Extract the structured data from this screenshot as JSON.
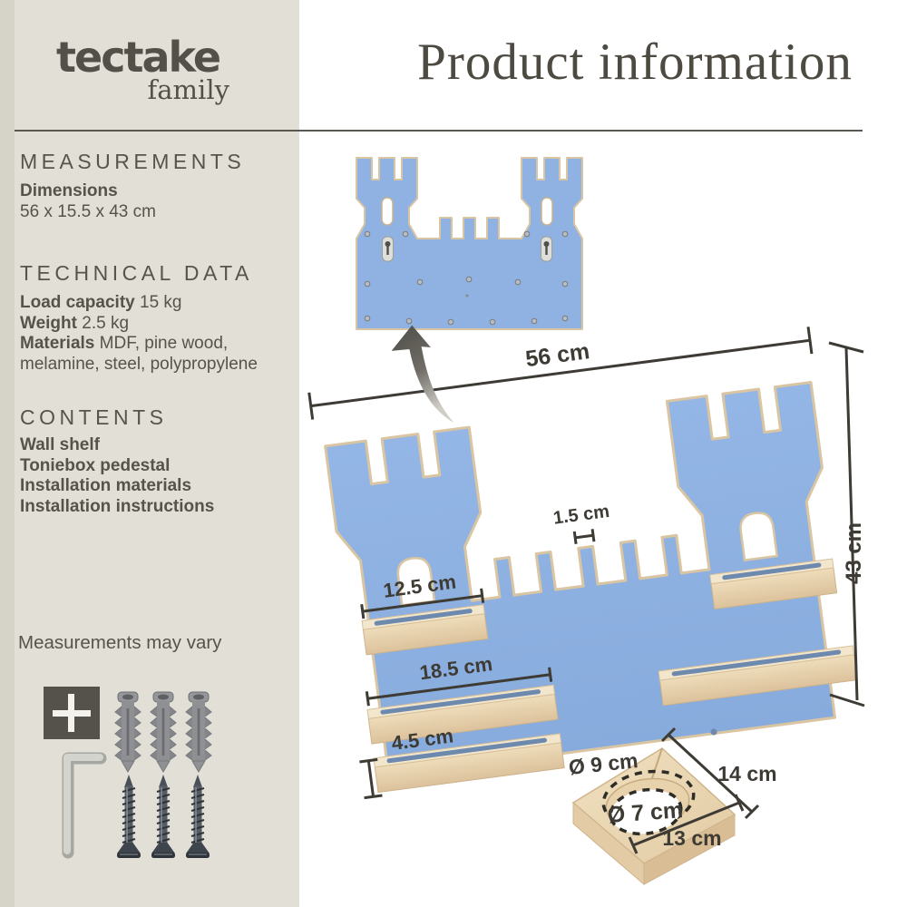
{
  "brand": {
    "name": "tectake",
    "sub": "family"
  },
  "header": {
    "title": "Product information"
  },
  "sidebar": {
    "measurements": {
      "heading": "MEASUREMENTS",
      "dimensions_label": "Dimensions",
      "dimensions_value": "56 x 15.5 x 43 cm"
    },
    "technical": {
      "heading": "TECHNICAL DATA",
      "load_capacity_label": "Load capacity",
      "load_capacity_value": "15 kg",
      "weight_label": "Weight",
      "weight_value": "2.5 kg",
      "materials_label": "Materials",
      "materials_value": "MDF, pine wood, melamine, steel, polypropylene"
    },
    "contents": {
      "heading": "CONTENTS",
      "items": [
        "Wall shelf",
        "Toniebox pedestal",
        "Installation materials",
        "Installation instructions"
      ]
    },
    "note": "Measurements may vary"
  },
  "hardware_icons": {
    "plus": "plus-icon",
    "wall_plug": "wall-plug-icon",
    "allen_key": "allen-key-icon",
    "screw": "screw-icon"
  },
  "diagram": {
    "dim_width": "56 cm",
    "dim_height": "43 cm",
    "dim_merlon_thickness": "1.5 cm",
    "dim_shelf_small": "12.5 cm",
    "dim_shelf_large": "18.5 cm",
    "dim_shelf_height": "4.5 cm",
    "dim_recess_outer": "Ø 9 cm",
    "dim_recess_inner": "Ø 7 cm",
    "dim_pedestal_side": "14 cm",
    "dim_pedestal_front": "13 cm",
    "colors": {
      "panel_blue": "#8db1e1",
      "wood_light": "#f2e7cd",
      "wood_mid": "#e9d6b4",
      "wood_dark": "#d9bf98",
      "dimension_line": "#3e3b35",
      "sidebar_bg": "#e1dfd6",
      "text": "#56534b"
    }
  }
}
